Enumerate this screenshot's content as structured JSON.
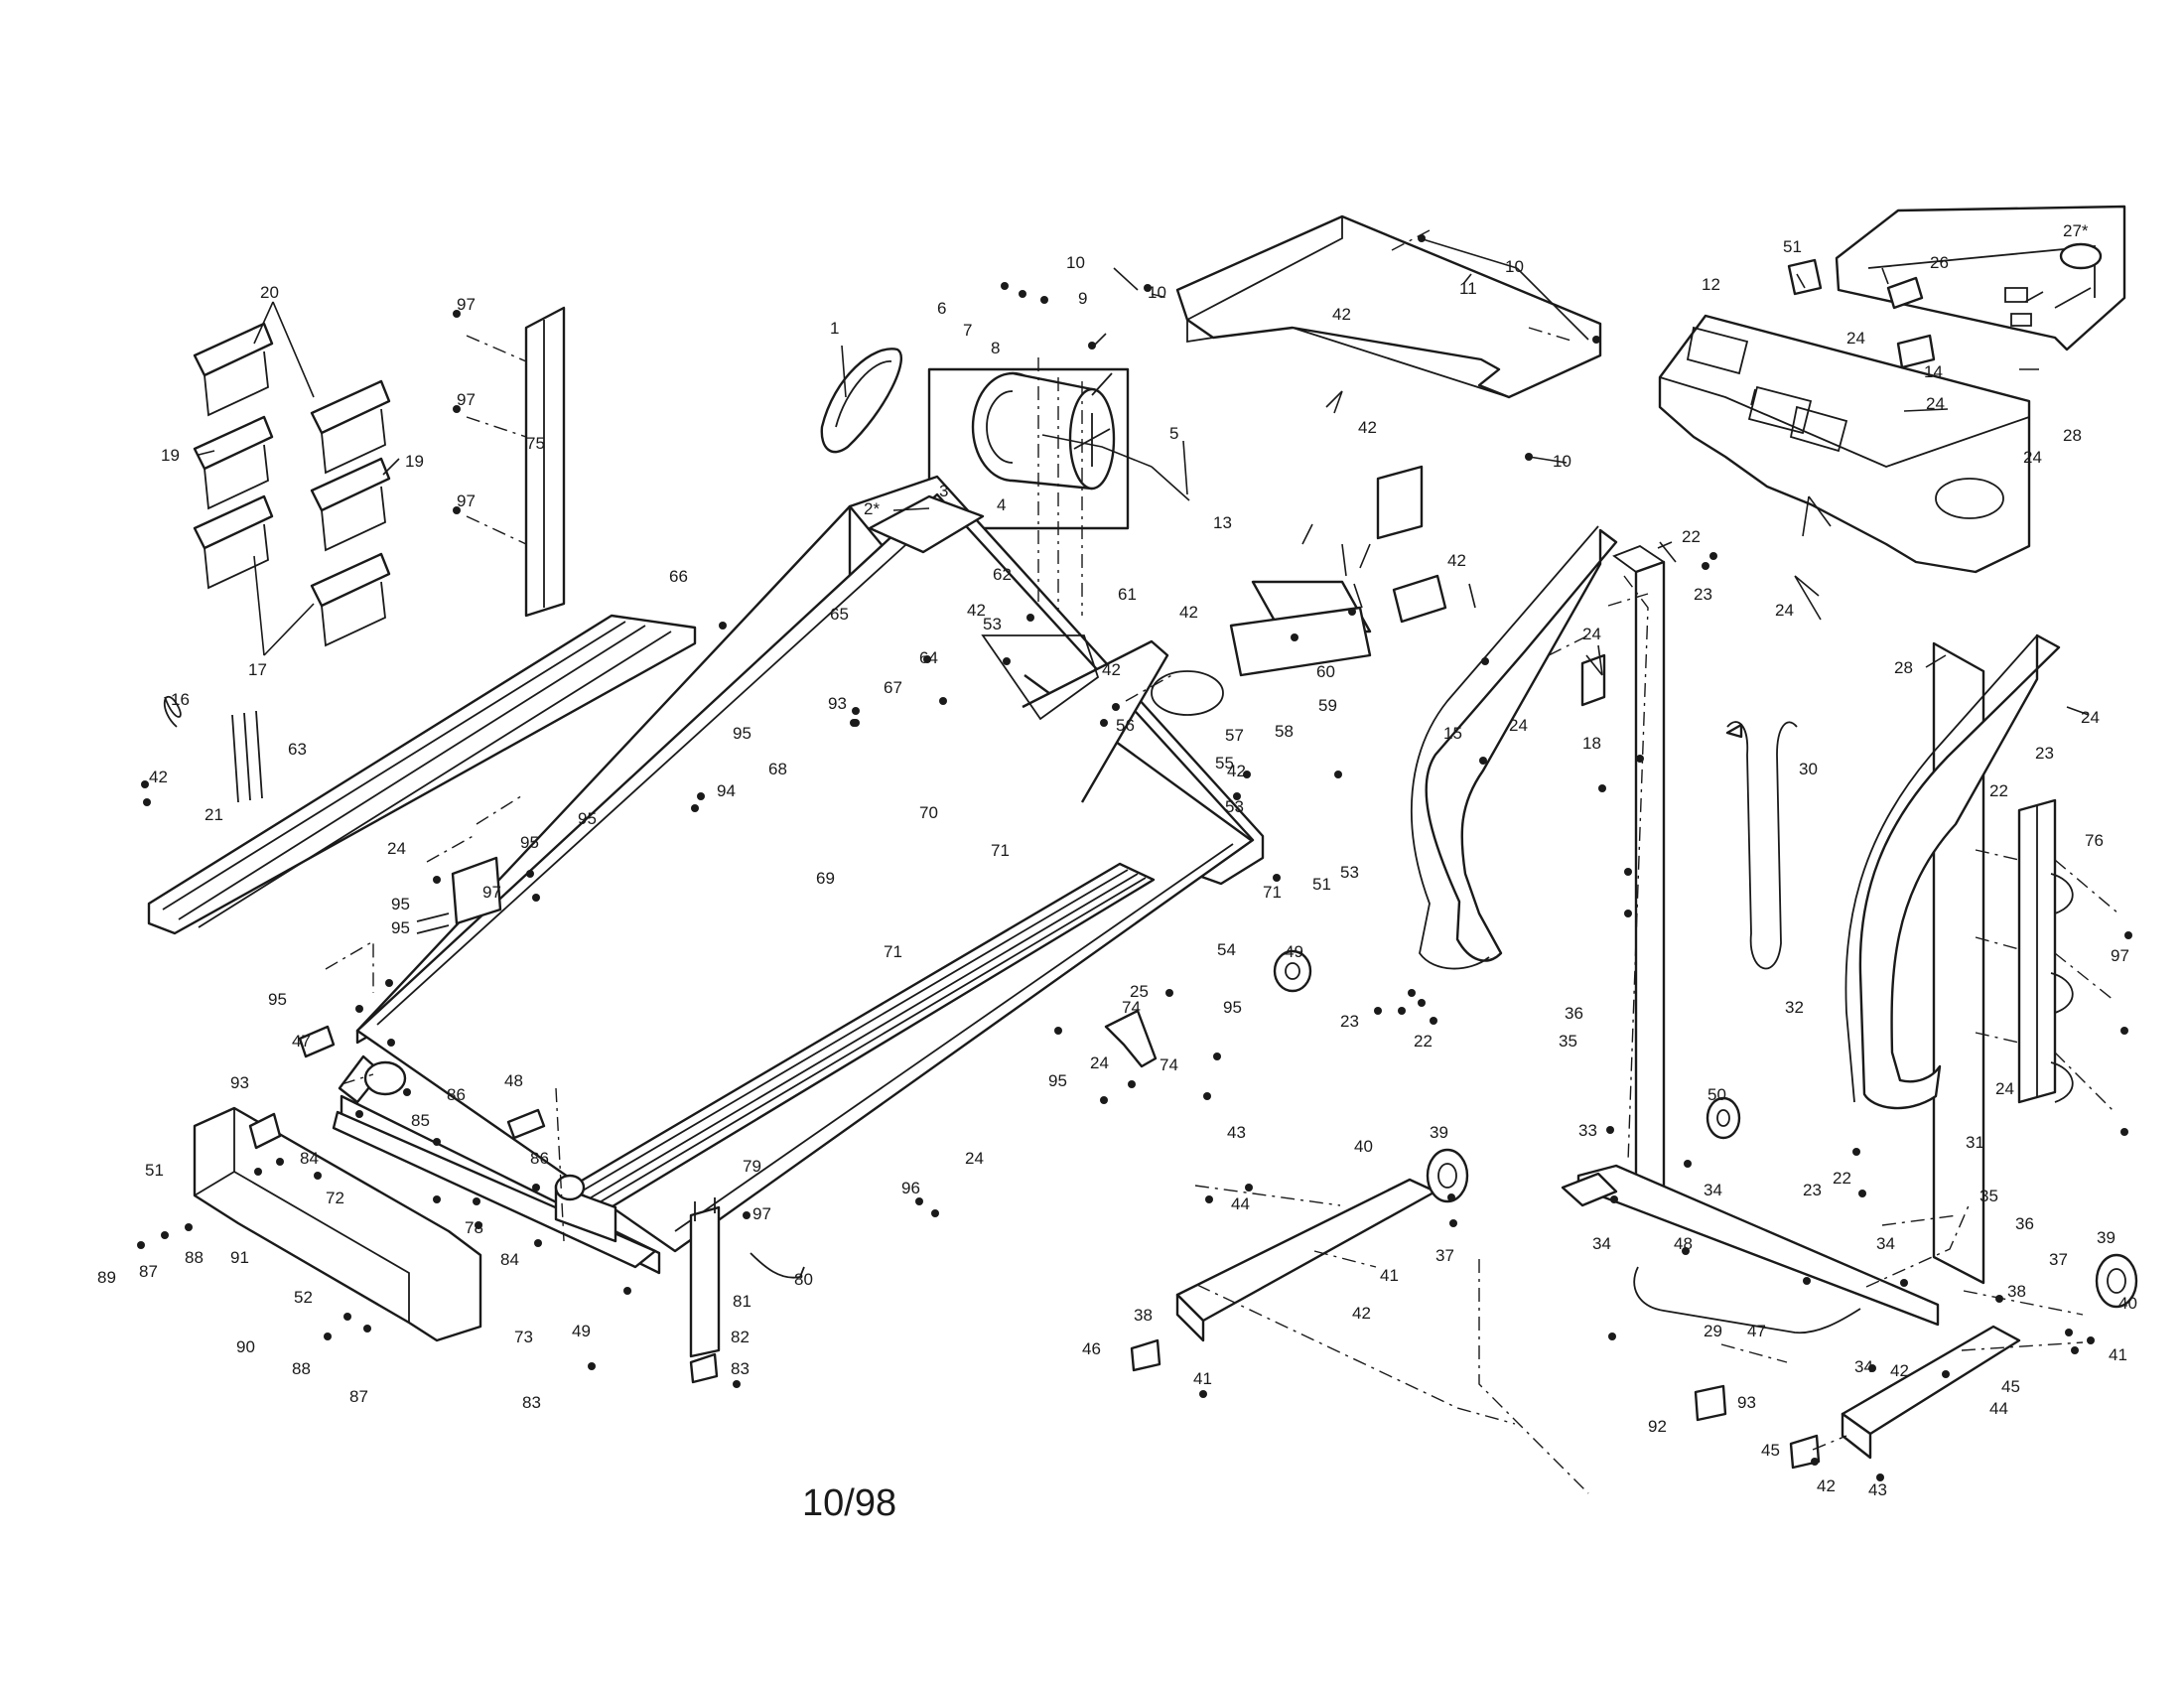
{
  "diagram": {
    "date_stamp": "10/98",
    "callouts": [
      "1",
      "2*",
      "3",
      "4",
      "5",
      "6",
      "7",
      "8",
      "9",
      "10",
      "10",
      "10",
      "10",
      "11",
      "12",
      "13",
      "14",
      "15",
      "16",
      "17",
      "18",
      "19",
      "19",
      "20",
      "21",
      "22",
      "22",
      "22",
      "22",
      "23",
      "23",
      "23",
      "23",
      "24",
      "24",
      "24",
      "24",
      "24",
      "24",
      "24",
      "24",
      "24",
      "24",
      "24",
      "25",
      "26",
      "27*",
      "28",
      "28",
      "29",
      "30",
      "31",
      "32",
      "33",
      "34",
      "34",
      "34",
      "34",
      "35",
      "35",
      "36",
      "36",
      "37",
      "37",
      "38",
      "38",
      "39",
      "39",
      "40",
      "40",
      "41",
      "41",
      "41",
      "42",
      "42",
      "42",
      "42",
      "42",
      "42",
      "42",
      "42",
      "42",
      "42",
      "42",
      "43",
      "43",
      "44",
      "44",
      "45",
      "45",
      "46",
      "47",
      "47",
      "48",
      "48",
      "49",
      "49",
      "50",
      "51",
      "51",
      "51",
      "52",
      "53",
      "53",
      "53",
      "54",
      "55",
      "56",
      "57",
      "58",
      "59",
      "60",
      "61",
      "62",
      "63",
      "64",
      "65",
      "66",
      "67",
      "68",
      "69",
      "70",
      "71",
      "71",
      "71",
      "72",
      "73",
      "74",
      "74",
      "75",
      "76",
      "78",
      "79",
      "80",
      "81",
      "82",
      "83",
      "83",
      "84",
      "84",
      "85",
      "86",
      "86",
      "87",
      "87",
      "88",
      "88",
      "89",
      "90",
      "91",
      "92",
      "93",
      "93",
      "93",
      "94",
      "95",
      "95",
      "95",
      "95",
      "95",
      "95",
      "95",
      "95",
      "96",
      "97",
      "97",
      "97",
      "97",
      "97",
      "97"
    ]
  }
}
